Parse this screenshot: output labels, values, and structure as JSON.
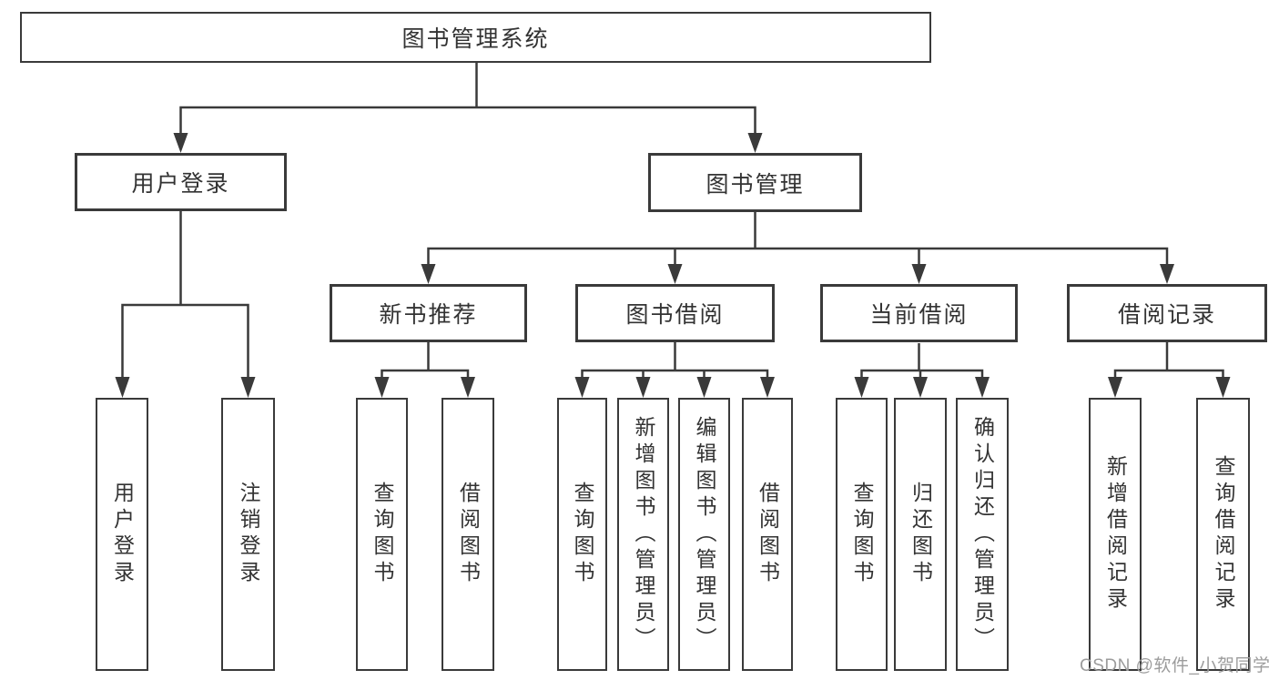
{
  "diagram": {
    "root": {
      "label": "图书管理系统"
    },
    "level2": [
      {
        "label": "用户登录"
      },
      {
        "label": "图书管理"
      }
    ],
    "level3": [
      {
        "label": "新书推荐",
        "parent": "图书管理"
      },
      {
        "label": "图书借阅",
        "parent": "图书管理"
      },
      {
        "label": "当前借阅",
        "parent": "图书管理"
      },
      {
        "label": "借阅记录",
        "parent": "图书管理"
      }
    ],
    "leaves": [
      {
        "label": "用户登录",
        "parent": "用户登录"
      },
      {
        "label": "注销登录",
        "parent": "用户登录"
      },
      {
        "label": "查询图书",
        "parent": "新书推荐"
      },
      {
        "label": "借阅图书",
        "parent": "新书推荐"
      },
      {
        "label": "查询图书",
        "parent": "图书借阅"
      },
      {
        "label": "新增图书（管理员）",
        "parent": "图书借阅"
      },
      {
        "label": "编辑图书（管理员）",
        "parent": "图书借阅"
      },
      {
        "label": "借阅图书",
        "parent": "图书借阅"
      },
      {
        "label": "查询图书",
        "parent": "当前借阅"
      },
      {
        "label": "归还图书",
        "parent": "当前借阅"
      },
      {
        "label": "确认归还（管理员）",
        "parent": "当前借阅"
      },
      {
        "label": "新增借阅记录",
        "parent": "借阅记录"
      },
      {
        "label": "查询借阅记录",
        "parent": "借阅记录"
      }
    ]
  },
  "watermark": {
    "text": "CSDN @软件_小贺同学"
  },
  "colors": {
    "line": "#3a3a3a",
    "text": "#333333",
    "background": "#ffffff",
    "watermark": "#9c9c9c"
  }
}
